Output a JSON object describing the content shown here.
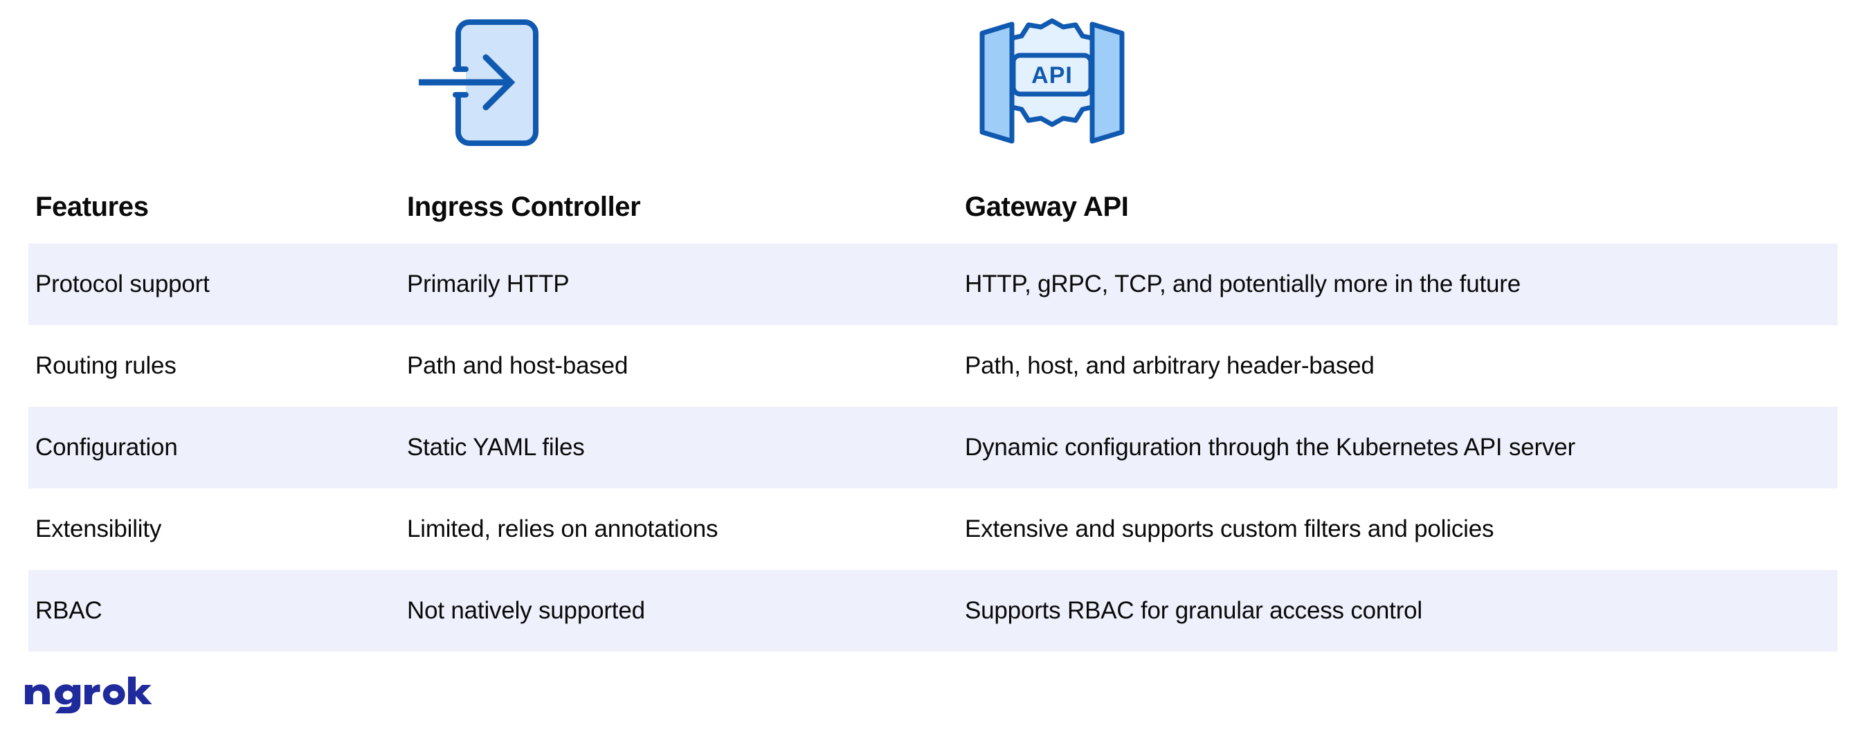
{
  "colors": {
    "row_tint": "#eef0fc",
    "row_plain": "#ffffff",
    "text": "#0a0a0a",
    "icon_stroke": "#1059b0",
    "icon_fill_light": "#cfe4fb",
    "icon_fill_pale": "#e3f0fd",
    "brand_navy": "#1f2a9c",
    "page_background": "#ffffff"
  },
  "icons": {
    "ingress": {
      "name": "ingress-controller-icon",
      "label": "Arrow entering a rounded container"
    },
    "gateway": {
      "name": "gateway-api-icon",
      "label": "Gear labeled API between two open gate panels",
      "gear_text": "API"
    }
  },
  "table": {
    "columns": [
      {
        "key": "feature",
        "label": "Features"
      },
      {
        "key": "ingress",
        "label": "Ingress Controller"
      },
      {
        "key": "gateway",
        "label": "Gateway API"
      }
    ],
    "rows": [
      {
        "feature": "Protocol support",
        "ingress": "Primarily HTTP",
        "gateway": "HTTP, gRPC, TCP, and potentially more in the future"
      },
      {
        "feature": "Routing rules",
        "ingress": "Path and host-based",
        "gateway": "Path, host, and arbitrary header-based"
      },
      {
        "feature": "Configuration",
        "ingress": "Static YAML files",
        "gateway": "Dynamic configuration through the Kubernetes API server"
      },
      {
        "feature": "Extensibility",
        "ingress": "Limited, relies on annotations",
        "gateway": "Extensive and supports custom filters and policies"
      },
      {
        "feature": "RBAC",
        "ingress": "Not natively supported",
        "gateway": "Supports RBAC for granular access control"
      }
    ]
  },
  "footer": {
    "logo": {
      "name": "ngrok-logo",
      "wordmark": "ngrok"
    }
  }
}
